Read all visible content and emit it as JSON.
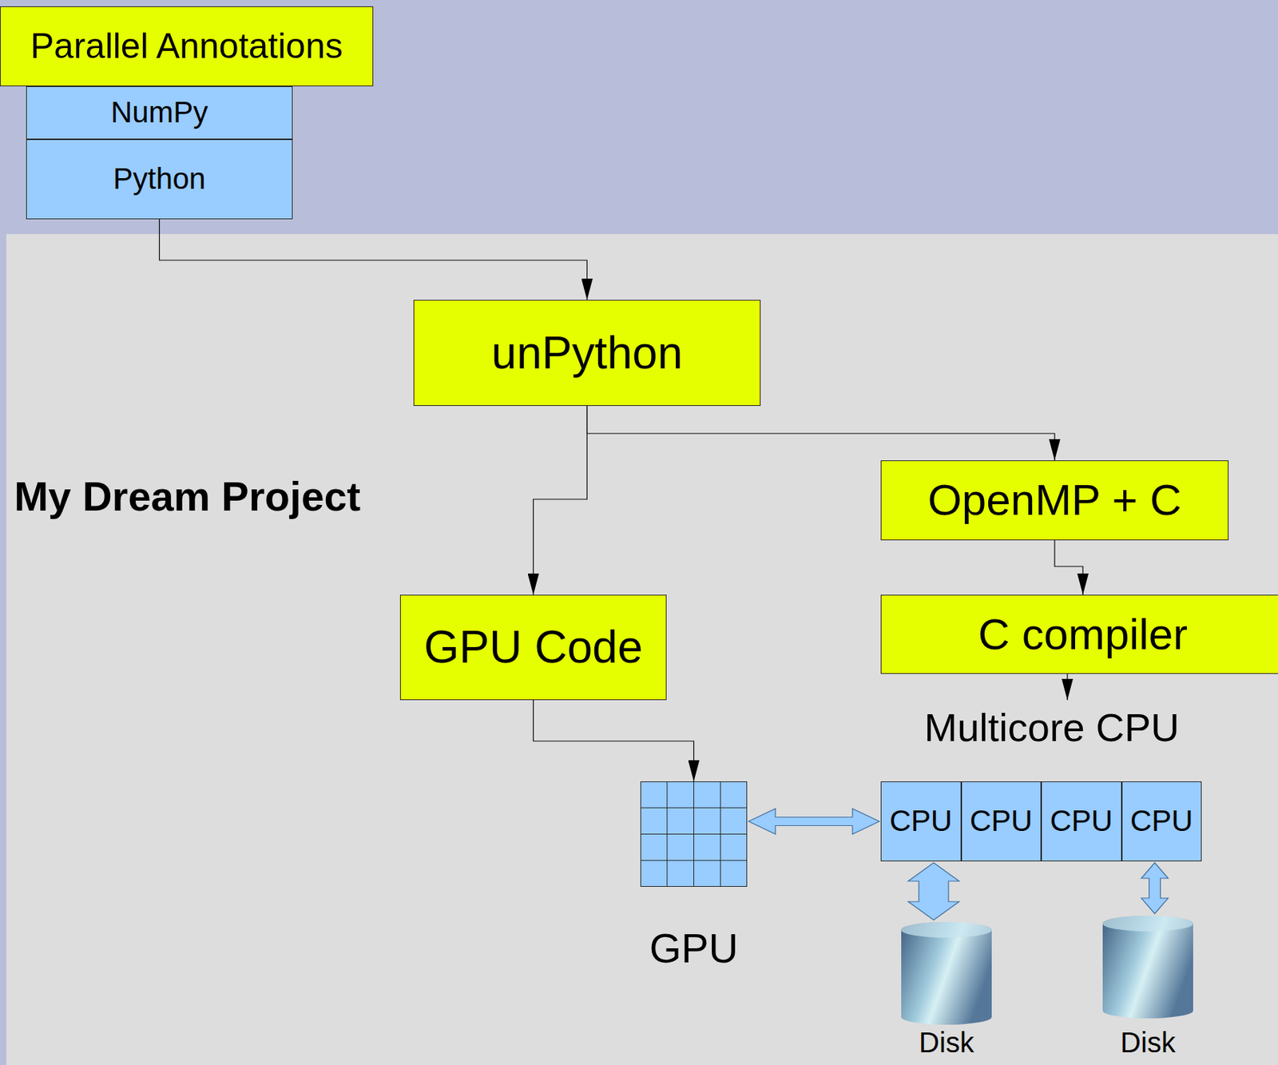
{
  "diagram": {
    "nodes": [
      {
        "text": [
          "Parallel Annotations"
        ]
      },
      {
        "text": [
          "NumPy"
        ]
      },
      {
        "text": [
          "Python"
        ]
      },
      {
        "text": [
          "unPython"
        ]
      },
      {
        "text": [
          "OpenMP + C"
        ]
      },
      {
        "text": [
          "GPU Code"
        ]
      },
      {
        "text": [
          "C compiler"
        ]
      },
      {
        "text": [
          "Multicore CPU"
        ]
      },
      {
        "text": [
          "CPU"
        ],
        "in": 7
      },
      {
        "text": [
          "CPU"
        ],
        "in": 7
      },
      {
        "text": [
          "CPU"
        ],
        "in": 7
      },
      {
        "text": [
          "CPU"
        ],
        "in": 7
      },
      {
        "text": [
          "GPU"
        ]
      },
      {
        "text": [
          "Disk"
        ]
      },
      {
        "text": [
          "Disk"
        ]
      }
    ],
    "edges": [
      {
        "from": 2,
        "to": 3,
        "arrow": "to"
      },
      {
        "from": 3,
        "to": 5,
        "arrow": "to"
      },
      {
        "from": 3,
        "to": 4,
        "arrow": "to"
      },
      {
        "from": 4,
        "to": 6,
        "arrow": "to"
      },
      {
        "from": 6,
        "to": 7,
        "arrow": "to"
      },
      {
        "from": 5,
        "to": 12,
        "arrow": "to"
      },
      {
        "from": 12,
        "to": 8,
        "arrow": "both"
      },
      {
        "from": 8,
        "to": 13,
        "arrow": "both"
      },
      {
        "from": 11,
        "to": 14,
        "arrow": "both"
      }
    ],
    "labels": [
      "My Dream Project"
    ]
  }
}
